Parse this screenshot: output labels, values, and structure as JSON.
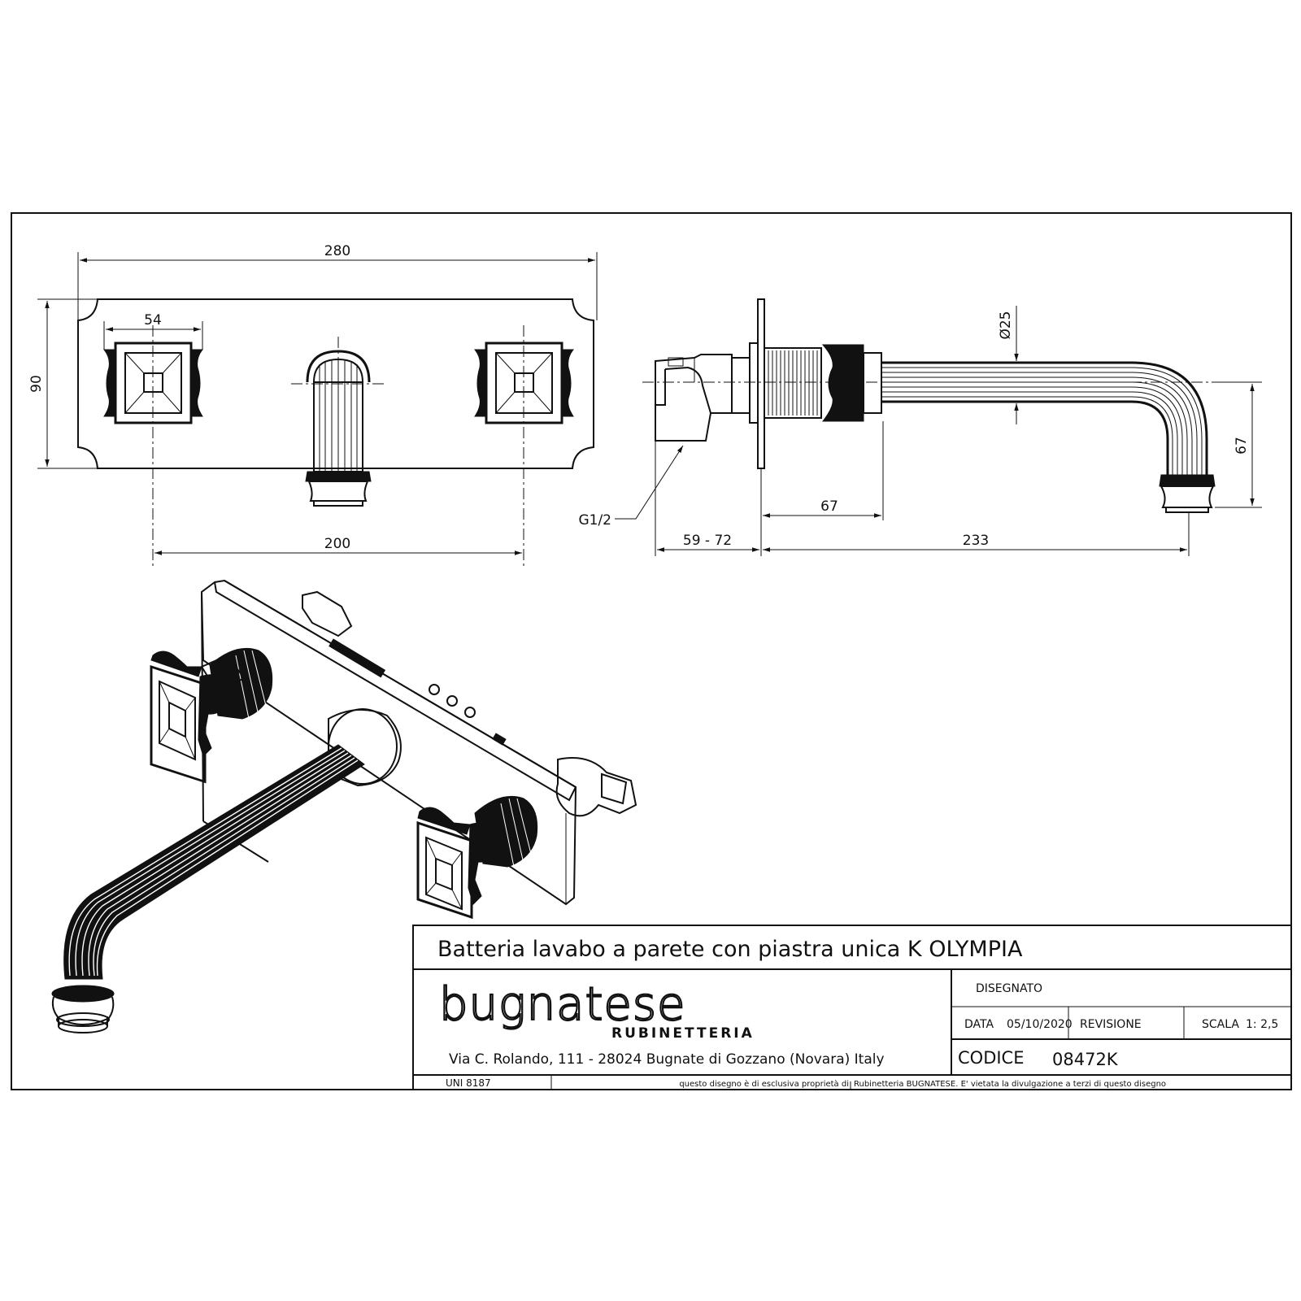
{
  "dimensions": {
    "front_width": "280",
    "handle_width": "54",
    "front_height": "90",
    "handle_spacing": "200",
    "spout_diameter": "Ø25",
    "spout_drop": "67",
    "wall_offset": "67",
    "body_depth": "59 - 72",
    "spout_reach": "233",
    "thread": "G1/2"
  },
  "title_block": {
    "title": "Batteria lavabo a parete con piastra unica K OLYMPIA",
    "brand": "bugnatese",
    "brand_sub": "RUBINETTERIA",
    "address": "Via C. Rolando, 111 - 28024 Bugnate di Gozzano (Novara) Italy",
    "drawn_label": "DISEGNATO",
    "date_label": "DATA",
    "date_value": "05/10/2020",
    "revision_label": "REVISIONE",
    "scale_label": "SCALA",
    "scale_value": "1: 2,5",
    "code_label": "CODICE",
    "code_value": "08472K",
    "standard": "UNI 8187",
    "notice_left": "questo disegno è di esclusiva proprietà di",
    "notice_right": "Rubinetteria BUGNATESE. E' vietata la divulgazione a terzi di questo disegno"
  }
}
